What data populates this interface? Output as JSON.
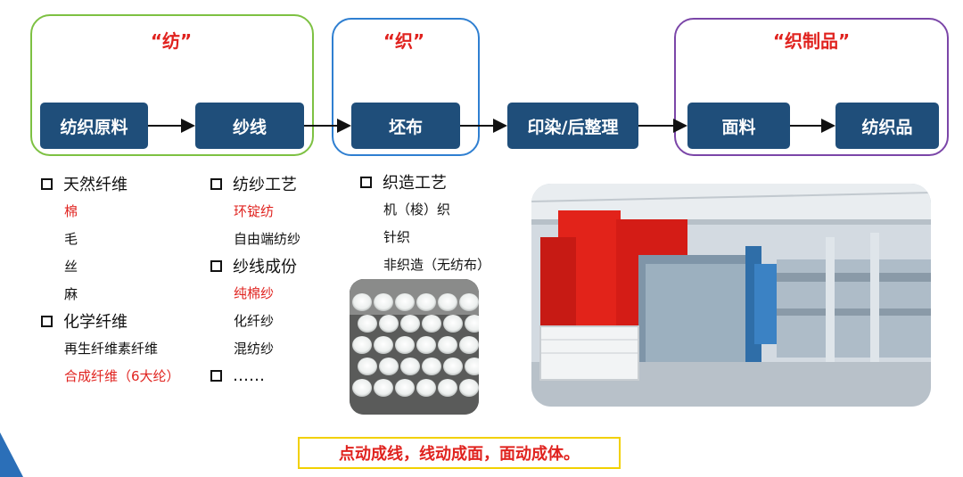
{
  "groups": [
    {
      "title": "“纺”"
    },
    {
      "title": "“织”"
    },
    {
      "title": "“织制品”"
    }
  ],
  "nodes": [
    "纺织原料",
    "纱线",
    "坯布",
    "印染/后整理",
    "面料",
    "纺织品"
  ],
  "lists": {
    "raw": {
      "natural": {
        "title": "天然纤维",
        "items": [
          {
            "text": "棉",
            "highlight": true
          },
          {
            "text": "毛"
          },
          {
            "text": "丝"
          },
          {
            "text": "麻"
          }
        ]
      },
      "chemical": {
        "title": "化学纤维",
        "items": [
          {
            "text": "再生纤维素纤维"
          },
          {
            "text": "合成纤维（6大纶）",
            "highlight": true
          }
        ]
      }
    },
    "yarn": {
      "process": {
        "title": "纺纱工艺",
        "items": [
          {
            "text": "环锭纺",
            "highlight": true
          },
          {
            "text": "自由端纺纱"
          }
        ]
      },
      "composition": {
        "title": "纱线成份",
        "items": [
          {
            "text": "纯棉纱",
            "highlight": true
          },
          {
            "text": "化纤纱"
          },
          {
            "text": "混纺纱"
          }
        ]
      },
      "more": "……"
    },
    "weaving": {
      "title": "织造工艺",
      "items": [
        {
          "text": "机（梭）织"
        },
        {
          "text": "针织"
        },
        {
          "text": "非织造（无纺布）"
        }
      ]
    }
  },
  "slogan": "点动成线，线动成面，面动成体。",
  "colors": {
    "node_bg": "#1f4e7a",
    "red": "#e0231f",
    "green": "#7dc142",
    "blue": "#2f7fd1",
    "purple": "#7b46a8",
    "slogan_border": "#f2d000"
  }
}
